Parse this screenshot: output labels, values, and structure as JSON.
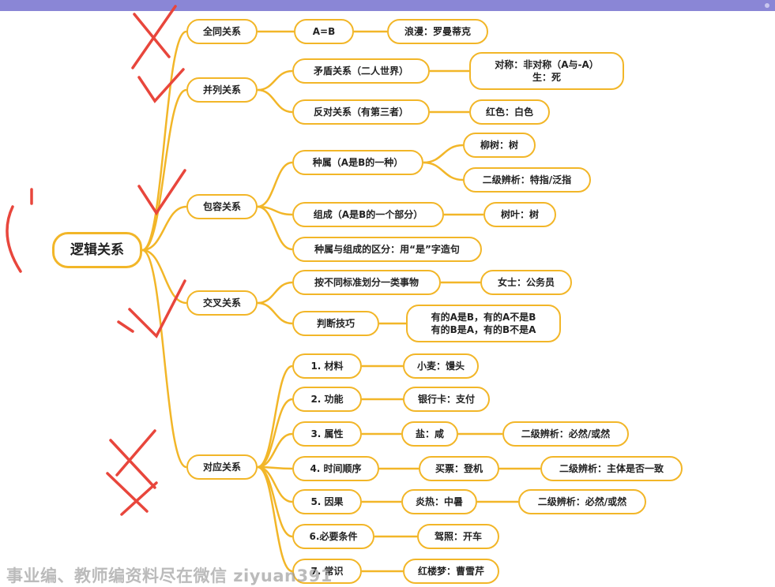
{
  "root": {
    "label": "逻辑关系"
  },
  "relations": [
    {
      "key": "tongyi",
      "label": "全同关系",
      "children": [
        {
          "label": "A=B",
          "children": [
            {
              "label": "浪漫：罗曼蒂克"
            }
          ]
        }
      ]
    },
    {
      "key": "binglie",
      "label": "并列关系",
      "children": [
        {
          "label": "矛盾关系（二人世界）",
          "children": [
            {
              "label": "对称：非对称（A与-A）\n生：死"
            }
          ]
        },
        {
          "label": "反对关系（有第三者）",
          "children": [
            {
              "label": "红色：白色"
            }
          ]
        }
      ]
    },
    {
      "key": "baorong",
      "label": "包容关系",
      "children": [
        {
          "label": "种属（A是B的一种）",
          "children": [
            {
              "label": "柳树：树"
            },
            {
              "label": "二级辨析：特指/泛指"
            }
          ]
        },
        {
          "label": "组成（A是B的一个部分）",
          "children": [
            {
              "label": "树叶：树"
            }
          ]
        },
        {
          "label": "种属与组成的区分：用“是”字造句",
          "children": []
        }
      ]
    },
    {
      "key": "jiaocha",
      "label": "交叉关系",
      "children": [
        {
          "label": "按不同标准划分一类事物",
          "children": [
            {
              "label": "女士：公务员"
            }
          ]
        },
        {
          "label": "判断技巧",
          "children": [
            {
              "label": "有的A是B，有的A不是B\n有的B是A，有的B不是A"
            }
          ]
        }
      ]
    },
    {
      "key": "duiying",
      "label": "对应关系",
      "children": [
        {
          "label": "1. 材料",
          "children": [
            {
              "label": "小麦：馒头"
            }
          ]
        },
        {
          "label": "2. 功能",
          "children": [
            {
              "label": "银行卡：支付"
            }
          ]
        },
        {
          "label": "3. 属性",
          "children": [
            {
              "label": "盐：咸",
              "children": [
                {
                  "label": "二级辨析：必然/或然"
                }
              ]
            }
          ]
        },
        {
          "label": "4. 时间顺序",
          "children": [
            {
              "label": "买票：登机",
              "children": [
                {
                  "label": "二级辨析：主体是否一致"
                }
              ]
            }
          ]
        },
        {
          "label": "5. 因果",
          "children": [
            {
              "label": "炎热：中暑",
              "children": [
                {
                  "label": "二级辨析：必然/或然"
                }
              ]
            }
          ]
        },
        {
          "label": "6.必要条件",
          "children": [
            {
              "label": "驾照：开车"
            }
          ]
        },
        {
          "label": "7. 常识",
          "children": [
            {
              "label": "红楼梦：曹雪芹"
            }
          ]
        }
      ]
    }
  ],
  "watermark": "事业编、教师编资料尽在微信 ziyuan391",
  "colors": {
    "branch": "#f2b628",
    "annotation": "#e8463c",
    "header": "#8a86d6"
  }
}
